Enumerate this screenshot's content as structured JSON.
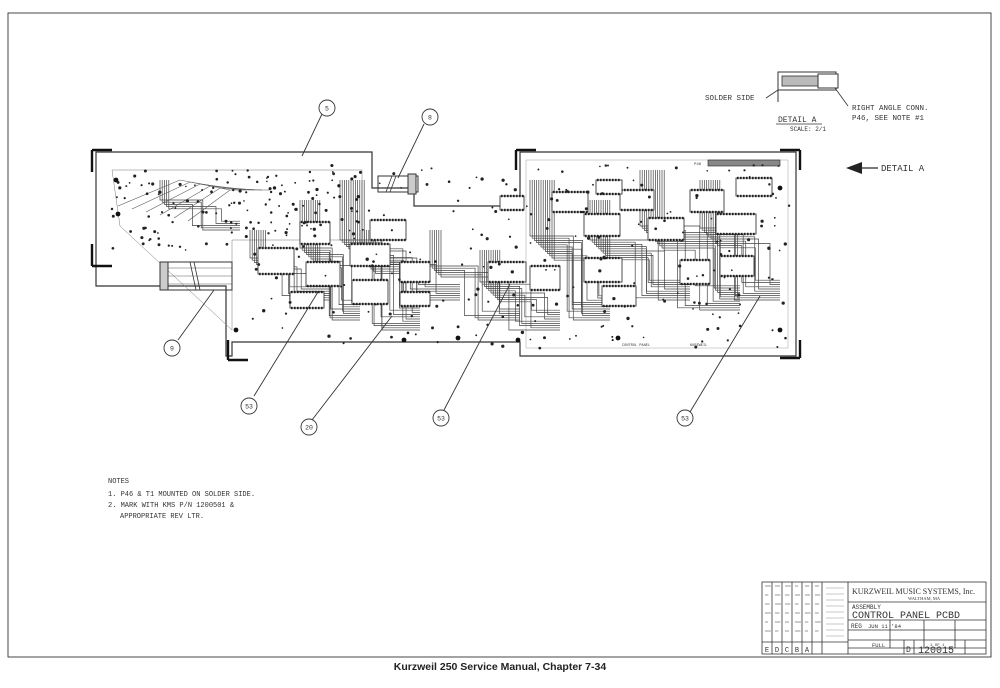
{
  "detail_a": {
    "solder_side": "SOLDER SIDE",
    "right_angle_line1": "RIGHT ANGLE CONN.",
    "right_angle_line2": "P46, SEE NOTE #1",
    "title": "DETAIL A",
    "scale": "SCALE: 2/1",
    "pointer_label": "DETAIL A"
  },
  "balloons": [
    "5",
    "8",
    "9",
    "53",
    "20",
    "53",
    "53"
  ],
  "board": {
    "silkscreen_left": "CONTROL PANEL",
    "silkscreen_right": "KURZWEIL",
    "connector_label": "P46"
  },
  "notes": {
    "heading": "NOTES",
    "line1": "1. P46 & T1 MOUNTED ON SOLDER SIDE.",
    "line2": "2. MARK WITH KMS P/N 1200501 &",
    "line3": "APPROPRIATE REV LTR."
  },
  "title_block": {
    "company": "KURZWEIL MUSIC SYSTEMS, Inc.",
    "city": "WALTHAM, MA",
    "title_line1": "ASSEMBLY",
    "title_line2": "CONTROL PANEL PCBD",
    "drawn_label": "REG",
    "drawn_date": "JUN 11 '84",
    "scale_label": "FULL",
    "size": "D",
    "dwg_no": "120015",
    "sheet": "1 OF 1"
  },
  "revisions": [
    "E",
    "D",
    "C",
    "B",
    "A"
  ],
  "caption": "Kurzweil 250 Service Manual, Chapter 7-34"
}
